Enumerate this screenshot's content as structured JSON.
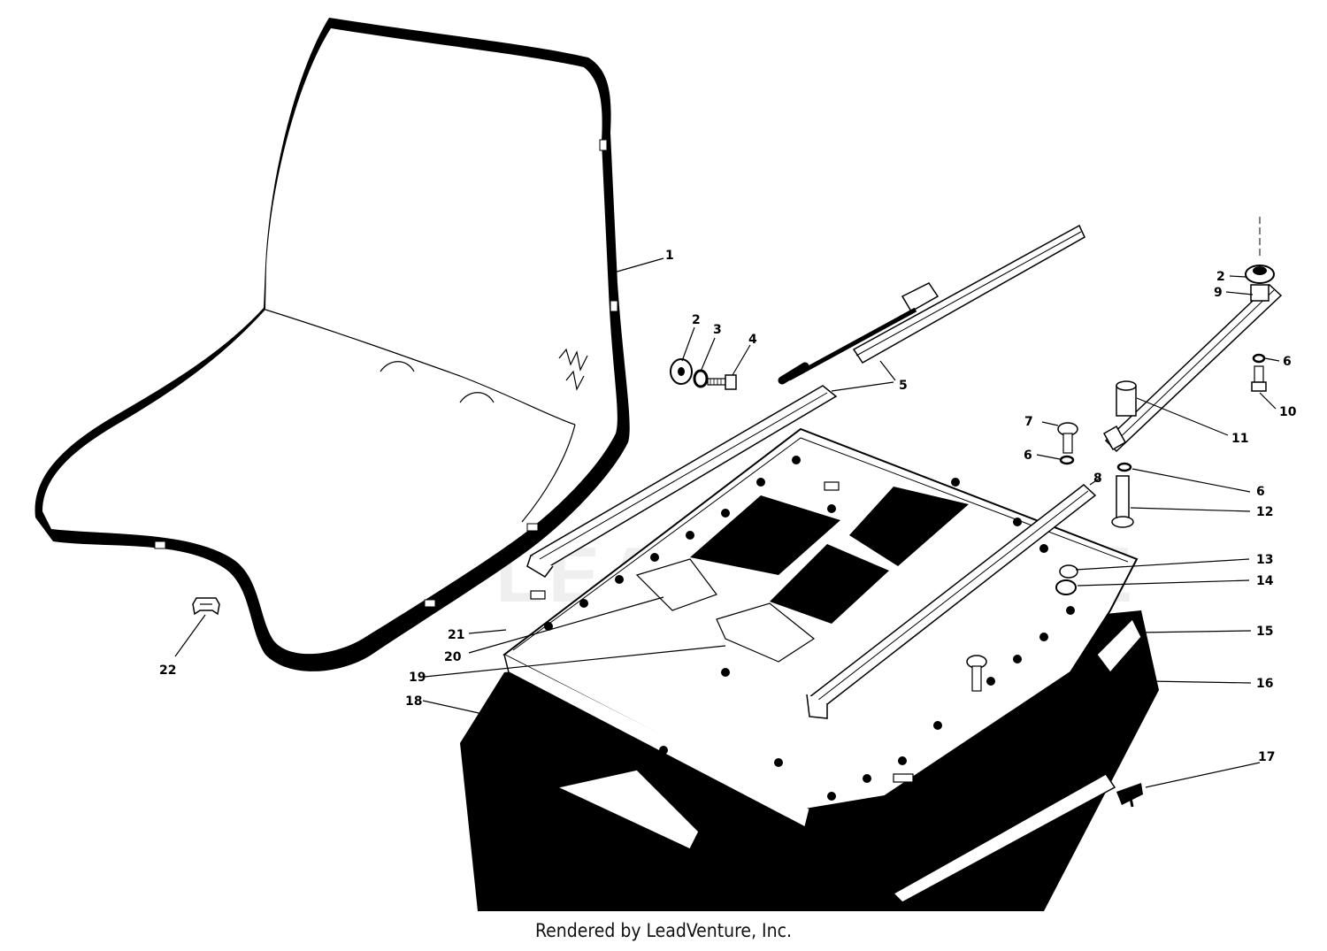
{
  "footer_text": "Rendered by LeadVenture, Inc.",
  "watermark": "LEADVENTURE",
  "callouts": [
    {
      "id": "c1",
      "label": "1"
    },
    {
      "id": "c2a",
      "label": "2"
    },
    {
      "id": "c3",
      "label": "3"
    },
    {
      "id": "c4",
      "label": "4"
    },
    {
      "id": "c5",
      "label": "5"
    },
    {
      "id": "c2b",
      "label": "2"
    },
    {
      "id": "c9",
      "label": "9"
    },
    {
      "id": "c6a",
      "label": "6"
    },
    {
      "id": "c10",
      "label": "10"
    },
    {
      "id": "c11",
      "label": "11"
    },
    {
      "id": "c7",
      "label": "7"
    },
    {
      "id": "c6b",
      "label": "6"
    },
    {
      "id": "c8",
      "label": "8"
    },
    {
      "id": "c6c",
      "label": "6"
    },
    {
      "id": "c12",
      "label": "12"
    },
    {
      "id": "c13",
      "label": "13"
    },
    {
      "id": "c14",
      "label": "14"
    },
    {
      "id": "c15",
      "label": "15"
    },
    {
      "id": "c16",
      "label": "16"
    },
    {
      "id": "c17",
      "label": "17"
    },
    {
      "id": "c18",
      "label": "18"
    },
    {
      "id": "c19",
      "label": "19"
    },
    {
      "id": "c20",
      "label": "20"
    },
    {
      "id": "c21",
      "label": "21"
    },
    {
      "id": "c22",
      "label": "22"
    }
  ]
}
